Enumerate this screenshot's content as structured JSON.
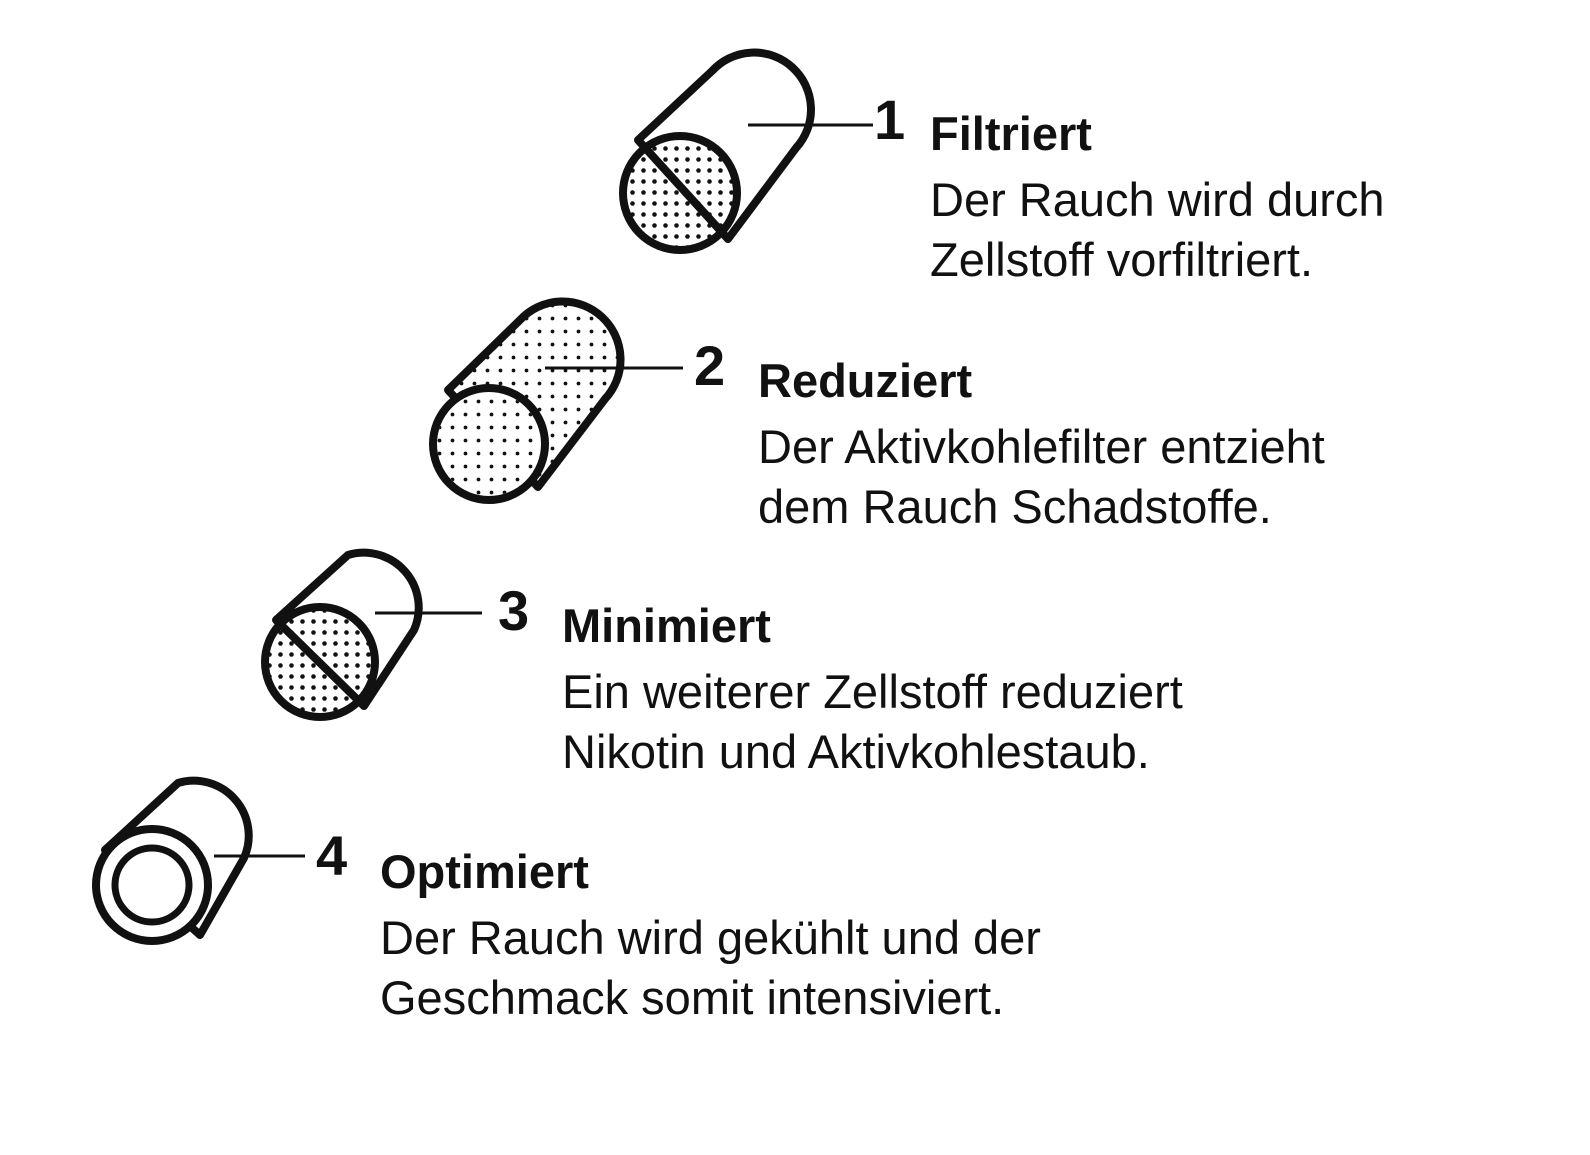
{
  "colors": {
    "ink": "#111111",
    "background": "#ffffff"
  },
  "steps": [
    {
      "number": "1",
      "title": "Filtriert",
      "lines": [
        "Der Rauch wird durch",
        "Zellstoff vorfiltriert."
      ],
      "icon": "cellulose-filter-icon"
    },
    {
      "number": "2",
      "title": "Reduziert",
      "lines": [
        "Der Aktivkohlefilter entzieht",
        "dem Rauch Schadstoffe."
      ],
      "icon": "activated-carbon-filter-icon"
    },
    {
      "number": "3",
      "title": "Minimiert",
      "lines": [
        "Ein weiterer Zellstoff reduziert",
        "Nikotin und Aktivkohlestaub."
      ],
      "icon": "cellulose-filter-icon"
    },
    {
      "number": "4",
      "title": "Optimiert",
      "lines": [
        "Der Rauch wird gekühlt und der",
        "Geschmack somit intensiviert."
      ],
      "icon": "hollow-tube-icon"
    }
  ]
}
